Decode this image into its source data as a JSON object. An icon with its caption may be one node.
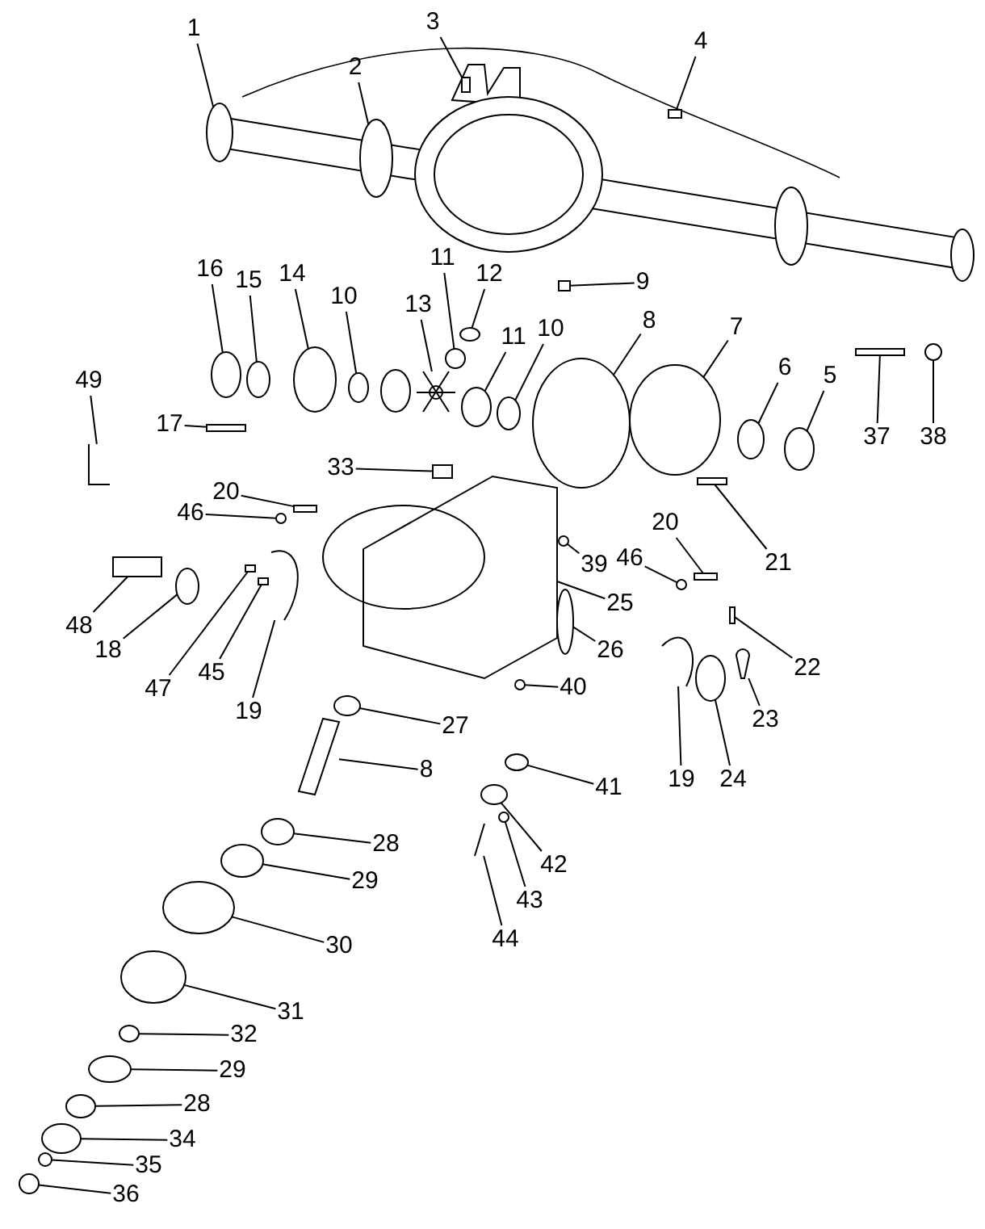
{
  "diagram": {
    "nodes": [
      {
        "text": [
          "1"
        ]
      },
      {
        "text": [
          "2"
        ]
      },
      {
        "text": [
          "3"
        ]
      },
      {
        "text": [
          "4"
        ]
      },
      {
        "text": [
          "16"
        ]
      },
      {
        "text": [
          "15"
        ]
      },
      {
        "text": [
          "14"
        ]
      },
      {
        "text": [
          "10"
        ]
      },
      {
        "text": [
          "13"
        ]
      },
      {
        "text": [
          "11"
        ]
      },
      {
        "text": [
          "12"
        ]
      },
      {
        "text": [
          "11"
        ]
      },
      {
        "text": [
          "10"
        ]
      },
      {
        "text": [
          "9"
        ]
      },
      {
        "text": [
          "8"
        ]
      },
      {
        "text": [
          "7"
        ]
      },
      {
        "text": [
          "6"
        ]
      },
      {
        "text": [
          "5"
        ]
      },
      {
        "text": [
          "37"
        ]
      },
      {
        "text": [
          "38"
        ]
      },
      {
        "text": [
          "49"
        ]
      },
      {
        "text": [
          "17"
        ]
      },
      {
        "text": [
          "33"
        ]
      },
      {
        "text": [
          "20"
        ]
      },
      {
        "text": [
          "46"
        ]
      },
      {
        "text": [
          "48"
        ]
      },
      {
        "text": [
          "18"
        ]
      },
      {
        "text": [
          "47"
        ]
      },
      {
        "text": [
          "45"
        ]
      },
      {
        "text": [
          "19"
        ]
      },
      {
        "text": [
          "20"
        ]
      },
      {
        "text": [
          "46"
        ]
      },
      {
        "text": [
          "21"
        ]
      },
      {
        "text": [
          "39"
        ]
      },
      {
        "text": [
          "25"
        ]
      },
      {
        "text": [
          "26"
        ]
      },
      {
        "text": [
          "22"
        ]
      },
      {
        "text": [
          "40"
        ]
      },
      {
        "text": [
          "23"
        ]
      },
      {
        "text": [
          "19"
        ]
      },
      {
        "text": [
          "24"
        ]
      },
      {
        "text": [
          "27"
        ]
      },
      {
        "text": [
          "8"
        ]
      },
      {
        "text": [
          "41"
        ]
      },
      {
        "text": [
          "28"
        ]
      },
      {
        "text": [
          "42"
        ]
      },
      {
        "text": [
          "29"
        ]
      },
      {
        "text": [
          "43"
        ]
      },
      {
        "text": [
          "44"
        ]
      },
      {
        "text": [
          "30"
        ]
      },
      {
        "text": [
          "31"
        ]
      },
      {
        "text": [
          "32"
        ]
      },
      {
        "text": [
          "29"
        ]
      },
      {
        "text": [
          "28"
        ]
      },
      {
        "text": [
          "34"
        ]
      },
      {
        "text": [
          "35"
        ]
      },
      {
        "text": [
          "36"
        ]
      },
      {
        "text": [],
        "shape": "circle"
      },
      {
        "text": [],
        "shape": "circle"
      },
      {
        "text": [],
        "shape": "box"
      },
      {
        "text": [],
        "shape": "box"
      },
      {
        "text": [],
        "shape": "circle"
      },
      {
        "text": [],
        "shape": "circle"
      },
      {
        "text": [],
        "shape": "circle"
      },
      {
        "text": [],
        "shape": "circle"
      },
      {
        "text": [],
        "shape": "picture"
      },
      {
        "text": [],
        "shape": "circle"
      },
      {
        "text": [],
        "shape": "circle"
      },
      {
        "text": [],
        "shape": "circle"
      },
      {
        "text": [],
        "shape": "circle"
      },
      {
        "text": [],
        "shape": "box"
      },
      {
        "text": [],
        "shape": "circle"
      },
      {
        "text": [],
        "shape": "circle"
      },
      {
        "text": [],
        "shape": "circle"
      },
      {
        "text": [],
        "shape": "circle"
      },
      {
        "text": [],
        "shape": "box"
      },
      {
        "text": [],
        "shape": "circle"
      },
      {
        "text": [],
        "shape": "picture"
      },
      {
        "text": [],
        "shape": "box"
      },
      {
        "text": [],
        "shape": "box"
      },
      {
        "text": [],
        "shape": "box"
      },
      {
        "text": [],
        "shape": "circle"
      },
      {
        "text": [],
        "shape": "box"
      },
      {
        "text": [],
        "shape": "circle"
      },
      {
        "text": [],
        "shape": "box"
      },
      {
        "text": [],
        "shape": "box"
      },
      {
        "text": [],
        "shape": "picture"
      },
      {
        "text": [],
        "shape": "box"
      },
      {
        "text": [],
        "shape": "circle"
      },
      {
        "text": [],
        "shape": "box"
      },
      {
        "text": [],
        "shape": "circle"
      },
      {
        "text": [],
        "shape": "picture"
      },
      {
        "text": [],
        "shape": "circle"
      },
      {
        "text": [],
        "shape": "box"
      },
      {
        "text": [],
        "shape": "circle"
      },
      {
        "text": [],
        "shape": "picture"
      },
      {
        "text": [],
        "shape": "picture"
      },
      {
        "text": [],
        "shape": "circle"
      },
      {
        "text": [],
        "shape": "circle"
      },
      {
        "text": [],
        "shape": "picture"
      },
      {
        "text": [],
        "shape": "circle"
      },
      {
        "text": [],
        "shape": "circle"
      },
      {
        "text": [],
        "shape": "circle"
      },
      {
        "text": [],
        "shape": "circle"
      },
      {
        "text": [],
        "shape": "circle"
      },
      {
        "text": [],
        "shape": "picture"
      },
      {
        "text": [],
        "shape": "circle"
      },
      {
        "text": [],
        "shape": "circle"
      },
      {
        "text": [],
        "shape": "circle"
      },
      {
        "text": [],
        "shape": "circle"
      },
      {
        "text": [],
        "shape": "circle"
      },
      {
        "text": [],
        "shape": "circle"
      },
      {
        "text": [],
        "shape": "circle"
      },
      {
        "text": [],
        "shape": "circle"
      }
    ],
    "edges": [
      {
        "from": 0,
        "to": 57,
        "arrow": "none"
      },
      {
        "from": 1,
        "to": 58,
        "arrow": "none"
      },
      {
        "from": 2,
        "to": 59,
        "arrow": "none"
      },
      {
        "from": 3,
        "to": 60,
        "arrow": "none"
      },
      {
        "from": 4,
        "to": 61,
        "arrow": "none"
      },
      {
        "from": 5,
        "to": 62,
        "arrow": "none"
      },
      {
        "from": 6,
        "to": 63,
        "arrow": "none"
      },
      {
        "from": 7,
        "to": 64,
        "arrow": "none"
      },
      {
        "from": 8,
        "to": 65,
        "arrow": "none"
      },
      {
        "from": 9,
        "to": 66,
        "arrow": "none"
      },
      {
        "from": 10,
        "to": 67,
        "arrow": "none"
      },
      {
        "from": 11,
        "to": 68,
        "arrow": "none"
      },
      {
        "from": 12,
        "to": 69,
        "arrow": "none"
      },
      {
        "from": 13,
        "to": 70,
        "arrow": "none"
      },
      {
        "from": 14,
        "to": 71,
        "arrow": "none"
      },
      {
        "from": 15,
        "to": 72,
        "arrow": "none"
      },
      {
        "from": 16,
        "to": 73,
        "arrow": "none"
      },
      {
        "from": 17,
        "to": 74,
        "arrow": "none"
      },
      {
        "from": 18,
        "to": 75,
        "arrow": "none"
      },
      {
        "from": 19,
        "to": 76,
        "arrow": "none"
      },
      {
        "from": 20,
        "to": 77,
        "arrow": "none"
      },
      {
        "from": 21,
        "to": 78,
        "arrow": "none"
      },
      {
        "from": 22,
        "to": 79,
        "arrow": "none"
      },
      {
        "from": 23,
        "to": 80,
        "arrow": "none"
      },
      {
        "from": 24,
        "to": 81,
        "arrow": "none"
      },
      {
        "from": 25,
        "to": 82,
        "arrow": "none"
      },
      {
        "from": 26,
        "to": 83,
        "arrow": "none"
      },
      {
        "from": 27,
        "to": 84,
        "arrow": "none"
      },
      {
        "from": 28,
        "to": 85,
        "arrow": "none"
      },
      {
        "from": 29,
        "to": 86,
        "arrow": "none"
      },
      {
        "from": 30,
        "to": 87,
        "arrow": "none"
      },
      {
        "from": 31,
        "to": 88,
        "arrow": "none"
      },
      {
        "from": 32,
        "to": 89,
        "arrow": "none"
      },
      {
        "from": 33,
        "to": 90,
        "arrow": "none"
      },
      {
        "from": 34,
        "to": 91,
        "arrow": "none"
      },
      {
        "from": 35,
        "to": 92,
        "arrow": "none"
      },
      {
        "from": 36,
        "to": 93,
        "arrow": "none"
      },
      {
        "from": 37,
        "to": 94,
        "arrow": "none"
      },
      {
        "from": 38,
        "to": 95,
        "arrow": "none"
      },
      {
        "from": 39,
        "to": 96,
        "arrow": "none"
      },
      {
        "from": 40,
        "to": 97,
        "arrow": "none"
      },
      {
        "from": 41,
        "to": 98,
        "arrow": "none"
      },
      {
        "from": 42,
        "to": 99,
        "arrow": "none"
      },
      {
        "from": 43,
        "to": 100,
        "arrow": "none"
      },
      {
        "from": 44,
        "to": 101,
        "arrow": "none"
      },
      {
        "from": 45,
        "to": 102,
        "arrow": "none"
      },
      {
        "from": 46,
        "to": 103,
        "arrow": "none"
      },
      {
        "from": 47,
        "to": 104,
        "arrow": "none"
      },
      {
        "from": 48,
        "to": 105,
        "arrow": "none"
      },
      {
        "from": 49,
        "to": 106,
        "arrow": "none"
      },
      {
        "from": 50,
        "to": 107,
        "arrow": "none"
      },
      {
        "from": 51,
        "to": 108,
        "arrow": "none"
      },
      {
        "from": 52,
        "to": 109,
        "arrow": "none"
      },
      {
        "from": 53,
        "to": 110,
        "arrow": "none"
      },
      {
        "from": 54,
        "to": 111,
        "arrow": "none"
      },
      {
        "from": 55,
        "to": 112,
        "arrow": "none"
      },
      {
        "from": 56,
        "to": 113,
        "arrow": "none"
      }
    ]
  }
}
